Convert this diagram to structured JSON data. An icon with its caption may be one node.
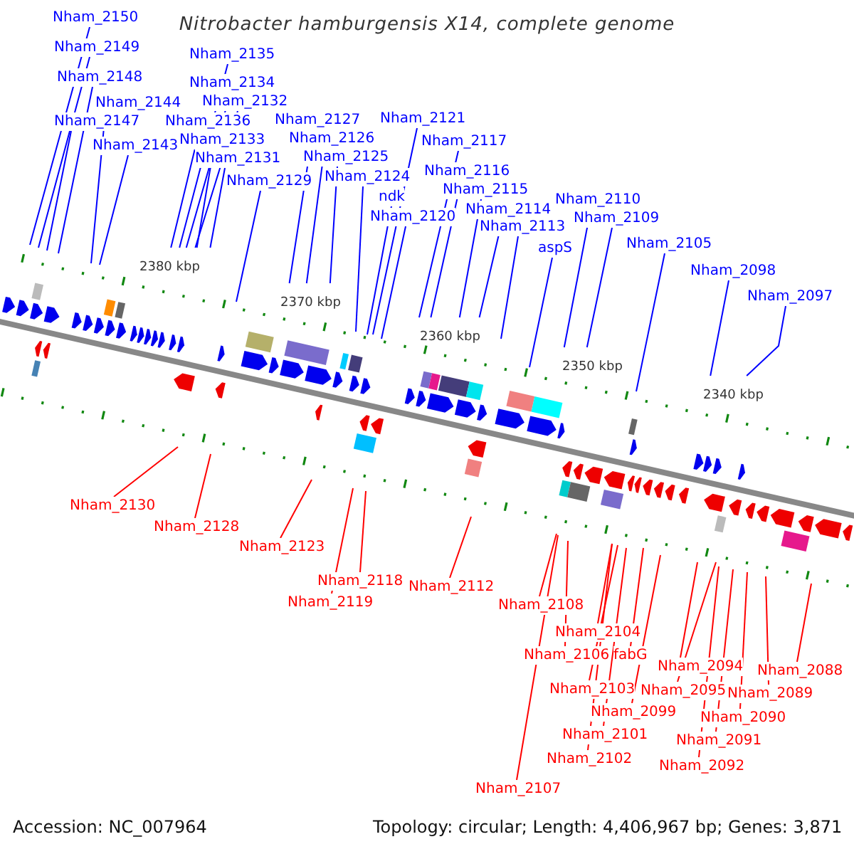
{
  "diagram": {
    "title": "Nitrobacter hamburgensis X14, complete genome",
    "nodes": [
      {
        "text": [
          "Nham_2150"
        ]
      },
      {
        "text": [
          "Nham_2149"
        ]
      },
      {
        "text": [
          "Nham_2148"
        ]
      },
      {
        "text": [
          "Nham_2144"
        ]
      },
      {
        "text": [
          "Nham_2147"
        ]
      },
      {
        "text": [
          "Nham_2143"
        ]
      },
      {
        "text": [
          "Nham_2135"
        ]
      },
      {
        "text": [
          "Nham_2134"
        ]
      },
      {
        "text": [
          "Nham_2132"
        ]
      },
      {
        "text": [
          "Nham_2136"
        ]
      },
      {
        "text": [
          "Nham_2133"
        ]
      },
      {
        "text": [
          "Nham_2131"
        ]
      },
      {
        "text": [
          "Nham_2129"
        ]
      },
      {
        "text": [
          "Nham_2127"
        ]
      },
      {
        "text": [
          "Nham_2126"
        ]
      },
      {
        "text": [
          "Nham_2125"
        ]
      },
      {
        "text": [
          "Nham_2124"
        ]
      },
      {
        "text": [
          "ndk"
        ]
      },
      {
        "text": [
          "Nham_2120"
        ]
      },
      {
        "text": [
          "Nham_2121"
        ]
      },
      {
        "text": [
          "Nham_2117"
        ]
      },
      {
        "text": [
          "Nham_2116"
        ]
      },
      {
        "text": [
          "Nham_2115"
        ]
      },
      {
        "text": [
          "Nham_2114"
        ]
      },
      {
        "text": [
          "Nham_2113"
        ]
      },
      {
        "text": [
          "aspS"
        ]
      },
      {
        "text": [
          "Nham_2110"
        ]
      },
      {
        "text": [
          "Nham_2109"
        ]
      },
      {
        "text": [
          "Nham_2105"
        ]
      },
      {
        "text": [
          "Nham_2098"
        ]
      },
      {
        "text": [
          "Nham_2097"
        ]
      },
      {
        "text": [
          "Nham_2130"
        ]
      },
      {
        "text": [
          "Nham_2128"
        ]
      },
      {
        "text": [
          "Nham_2123"
        ]
      },
      {
        "text": [
          "Nham_2118"
        ]
      },
      {
        "text": [
          "Nham_2119"
        ]
      },
      {
        "text": [
          "Nham_2112"
        ]
      },
      {
        "text": [
          "Nham_2108"
        ]
      },
      {
        "text": [
          "Nham_2104"
        ]
      },
      {
        "text": [
          "Nham_2106"
        ]
      },
      {
        "text": [
          "fabG"
        ]
      },
      {
        "text": [
          "Nham_2103"
        ]
      },
      {
        "text": [
          "Nham_2099"
        ]
      },
      {
        "text": [
          "Nham_2101"
        ]
      },
      {
        "text": [
          "Nham_2102"
        ]
      },
      {
        "text": [
          "Nham_2107"
        ]
      },
      {
        "text": [
          "Nham_2094"
        ]
      },
      {
        "text": [
          "Nham_2095"
        ]
      },
      {
        "text": [
          "Nham_2088"
        ]
      },
      {
        "text": [
          "Nham_2089"
        ]
      },
      {
        "text": [
          "Nham_2090"
        ]
      },
      {
        "text": [
          "Nham_2091"
        ]
      },
      {
        "text": [
          "Nham_2092"
        ]
      }
    ],
    "edges": [
      {
        "from": 0,
        "to": null,
        "arrow": "none"
      },
      {
        "from": 1,
        "to": null,
        "arrow": "none"
      },
      {
        "from": 2,
        "to": null,
        "arrow": "none"
      },
      {
        "from": 3,
        "to": null,
        "arrow": "none"
      },
      {
        "from": 4,
        "to": null,
        "arrow": "none"
      },
      {
        "from": 5,
        "to": null,
        "arrow": "none"
      },
      {
        "from": 6,
        "to": null,
        "arrow": "none"
      },
      {
        "from": 7,
        "to": null,
        "arrow": "none"
      },
      {
        "from": 8,
        "to": null,
        "arrow": "none"
      },
      {
        "from": 9,
        "to": null,
        "arrow": "none"
      },
      {
        "from": 10,
        "to": null,
        "arrow": "none"
      },
      {
        "from": 11,
        "to": null,
        "arrow": "none"
      },
      {
        "from": 12,
        "to": null,
        "arrow": "none"
      },
      {
        "from": 13,
        "to": null,
        "arrow": "none"
      },
      {
        "from": 14,
        "to": null,
        "arrow": "none"
      },
      {
        "from": 15,
        "to": null,
        "arrow": "none"
      },
      {
        "from": 16,
        "to": null,
        "arrow": "none"
      },
      {
        "from": 17,
        "to": null,
        "arrow": "none"
      },
      {
        "from": 18,
        "to": null,
        "arrow": "none"
      },
      {
        "from": 19,
        "to": null,
        "arrow": "none"
      },
      {
        "from": 20,
        "to": null,
        "arrow": "none"
      },
      {
        "from": 21,
        "to": null,
        "arrow": "none"
      },
      {
        "from": 22,
        "to": null,
        "arrow": "none"
      },
      {
        "from": 23,
        "to": null,
        "arrow": "none"
      },
      {
        "from": 24,
        "to": null,
        "arrow": "none"
      },
      {
        "from": 25,
        "to": null,
        "arrow": "none"
      },
      {
        "from": 26,
        "to": null,
        "arrow": "none"
      },
      {
        "from": 27,
        "to": null,
        "arrow": "none"
      },
      {
        "from": 28,
        "to": null,
        "arrow": "none"
      },
      {
        "from": 29,
        "to": null,
        "arrow": "none"
      },
      {
        "from": 30,
        "to": null,
        "arrow": "none"
      },
      {
        "from": 31,
        "to": null,
        "arrow": "none",
        "color": "#ff0000"
      },
      {
        "from": 32,
        "to": null,
        "arrow": "none",
        "color": "#ff0000"
      },
      {
        "from": 33,
        "to": null,
        "arrow": "none",
        "color": "#ff0000"
      },
      {
        "from": 34,
        "to": null,
        "arrow": "none",
        "color": "#ff0000"
      },
      {
        "from": 35,
        "to": null,
        "arrow": "none",
        "color": "#ff0000"
      },
      {
        "from": 36,
        "to": null,
        "arrow": "none",
        "color": "#ff0000"
      },
      {
        "from": 37,
        "to": null,
        "arrow": "none",
        "color": "#ff0000"
      },
      {
        "from": 38,
        "to": null,
        "arrow": "none",
        "color": "#ff0000"
      },
      {
        "from": 39,
        "to": null,
        "arrow": "none",
        "color": "#ff0000"
      },
      {
        "from": 40,
        "to": null,
        "arrow": "none",
        "color": "#ff0000"
      },
      {
        "from": 41,
        "to": null,
        "arrow": "none",
        "color": "#ff0000"
      },
      {
        "from": 42,
        "to": null,
        "arrow": "none",
        "color": "#ff0000"
      },
      {
        "from": 43,
        "to": null,
        "arrow": "none",
        "color": "#ff0000"
      },
      {
        "from": 44,
        "to": null,
        "arrow": "none",
        "color": "#ff0000"
      },
      {
        "from": 45,
        "to": null,
        "arrow": "none",
        "color": "#ff0000"
      },
      {
        "from": 46,
        "to": null,
        "arrow": "none",
        "color": "#ff0000"
      },
      {
        "from": 47,
        "to": null,
        "arrow": "none",
        "color": "#ff0000"
      },
      {
        "from": 48,
        "to": null,
        "arrow": "none",
        "color": "#ff0000"
      },
      {
        "from": 49,
        "to": null,
        "arrow": "none",
        "color": "#ff0000"
      },
      {
        "from": 50,
        "to": null,
        "arrow": "none",
        "color": "#ff0000"
      },
      {
        "from": 51,
        "to": null,
        "arrow": "none",
        "color": "#ff0000"
      },
      {
        "from": 52,
        "to": null,
        "arrow": "none",
        "color": "#ff0000"
      }
    ],
    "labels": [
      "2380 kbp",
      "2370 kbp",
      "2360 kbp",
      "2350 kbp",
      "2340 kbp",
      "Accession: NC_007964",
      "Topology: circular; Length: 4,406,967 bp; Genes: 3,871"
    ]
  }
}
